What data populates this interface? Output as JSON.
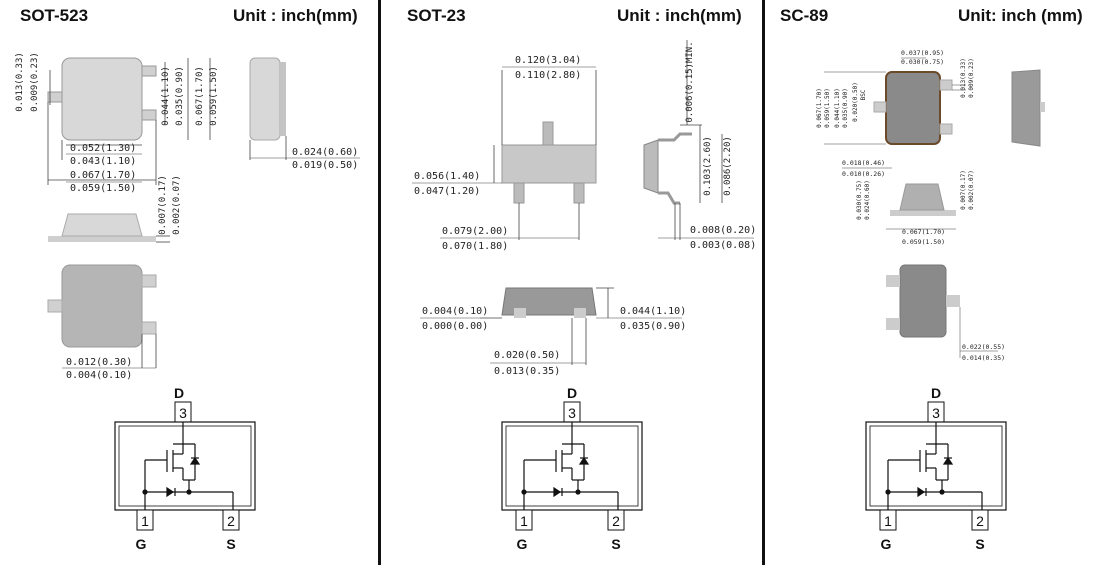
{
  "panels": [
    {
      "title": "SOT-523",
      "unit": "Unit : inch(mm)",
      "dims": {
        "d1a": "0.013(0.33)",
        "d1b": "0.009(0.23)",
        "d2a": "0.044(1.10)",
        "d2b": "0.035(0.90)",
        "d3a": "0.067(1.70)",
        "d3b": "0.059(1.50)",
        "d4a": "0.052(1.30)",
        "d4b": "0.043(1.10)",
        "d5a": "0.067(1.70)",
        "d5b": "0.059(1.50)",
        "d6a": "0.024(0.60)",
        "d6b": "0.019(0.50)",
        "d7a": "0.007(0.17)",
        "d7b": "0.002(0.07)",
        "d8a": "0.012(0.30)",
        "d8b": "0.004(0.10)"
      },
      "pins": {
        "top_label": "D",
        "top_num": "3",
        "left_num": "1",
        "left_label": "G",
        "right_num": "2",
        "right_label": "S"
      }
    },
    {
      "title": "SOT-23",
      "unit": "Unit : inch(mm)",
      "dims": {
        "d1a": "0.120(3.04)",
        "d1b": "0.110(2.80)",
        "d2": "0.006(0.15)MIN.",
        "d3a": "0.056(1.40)",
        "d3b": "0.047(1.20)",
        "d4a": "0.103(2.60)",
        "d4b": "0.086(2.20)",
        "d5a": "0.079(2.00)",
        "d5b": "0.070(1.80)",
        "d6a": "0.008(0.20)",
        "d6b": "0.003(0.08)",
        "d7a": "0.004(0.10)",
        "d7b": "0.000(0.00)",
        "d8a": "0.044(1.10)",
        "d8b": "0.035(0.90)",
        "d9a": "0.020(0.50)",
        "d9b": "0.013(0.35)"
      },
      "pins": {
        "top_label": "D",
        "top_num": "3",
        "left_num": "1",
        "left_label": "G",
        "right_num": "2",
        "right_label": "S"
      }
    },
    {
      "title": "SC-89",
      "unit": "Unit: inch (mm)",
      "dims": {
        "d1a": "0.037(0.95)",
        "d1b": "0.030(0.75)",
        "d2a": "0.067(1.70)",
        "d2b": "0.059(1.50)",
        "d3a": "0.044(1.10)",
        "d3b": "0.035(0.90)",
        "d4": "0.020(0.50)",
        "d5": "BSC",
        "d6a": "0.013(0.33)",
        "d6b": "0.009(0.23)",
        "d7a": "0.018(0.46)",
        "d7b": "0.010(0.26)",
        "d8a": "0.030(0.75)",
        "d8b": "0.024(0.60)",
        "d9a": "0.007(0.17)",
        "d9b": "0.002(0.07)",
        "d10a": "0.067(1.70)",
        "d10b": "0.059(1.50)",
        "d11a": "0.022(0.55)",
        "d11b": "0.014(0.35)"
      },
      "pins": {
        "top_label": "D",
        "top_num": "3",
        "left_num": "1",
        "left_label": "G",
        "right_num": "2",
        "right_label": "S"
      }
    }
  ]
}
